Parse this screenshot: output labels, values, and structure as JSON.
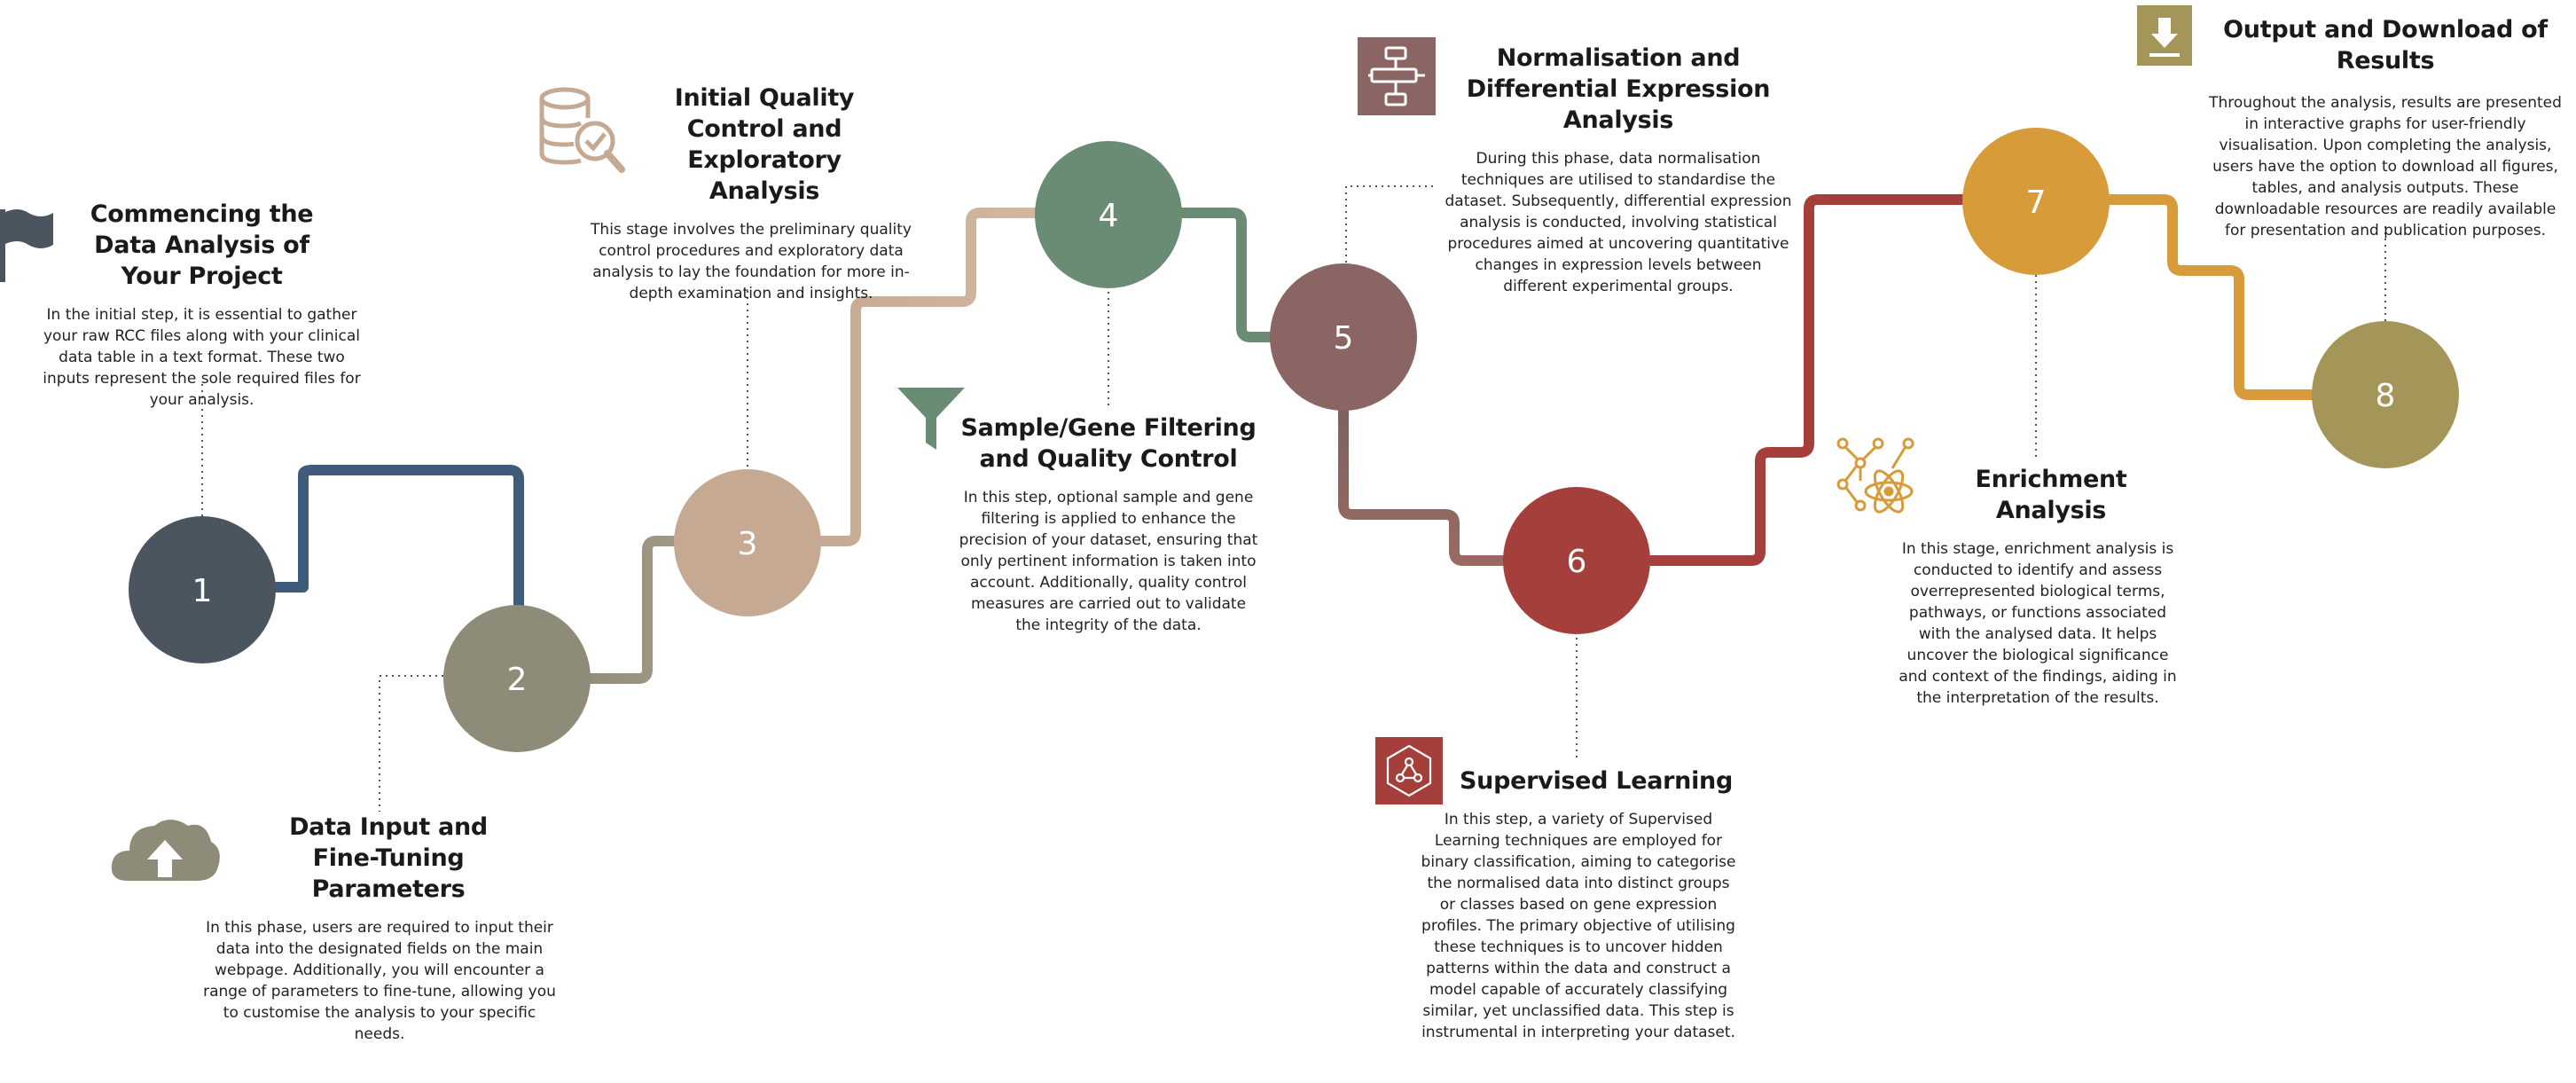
{
  "colors": {
    "step1": "#4a5560",
    "step2": "#8e8c79",
    "step3": "#c5a992",
    "step4": "#6b8c74",
    "step5": "#8b6563",
    "step6": "#a43f3b",
    "step7": "#d89b3a",
    "step8": "#a39658"
  },
  "steps": [
    {
      "number": "1",
      "title": "Commencing the Data Analysis of Your Project",
      "text": "In the initial step, it is essential to gather your raw RCC files along with your clinical data table in a text format. These two inputs represent the sole required files for your analysis.",
      "icon": "flag-icon"
    },
    {
      "number": "2",
      "title": "Data Input and Fine-Tuning Parameters",
      "text": "In this phase, users are required to input their data into the designated fields on the main webpage. Additionally, you will encounter a range of parameters to fine-tune, allowing you to customise the analysis to your specific needs.",
      "icon": "cloud-upload-icon"
    },
    {
      "number": "3",
      "title": "Initial Quality Control and Exploratory Analysis",
      "text": "This stage involves the preliminary quality control procedures and exploratory data analysis to lay the foundation for more in-depth examination and insights.",
      "icon": "database-check-icon"
    },
    {
      "number": "4",
      "title": "Sample/Gene Filtering and Quality Control",
      "text": "In this step, optional sample and gene filtering is applied to enhance the precision of your dataset, ensuring that only pertinent information is taken into account. Additionally, quality control measures are carried out to validate the integrity of the data.",
      "icon": "funnel-icon"
    },
    {
      "number": "5",
      "title": "Normalisation and Differential Expression Analysis",
      "text": "During this phase, data normalisation techniques are utilised to standardise the dataset. Subsequently, differential expression analysis is conducted, involving statistical procedures aimed at uncovering quantitative changes in expression levels between different experimental groups.",
      "icon": "flowchart-icon"
    },
    {
      "number": "6",
      "title": "Supervised Learning",
      "text": "In this step, a variety of Supervised Learning techniques are employed for binary classification, aiming to categorise the normalised data into distinct groups or classes based on gene expression profiles. The primary objective of utilising these techniques is to uncover hidden patterns within the data and construct a model capable of accurately classifying similar, yet unclassified data. This step is instrumental in interpreting your dataset.",
      "icon": "neural-network-icon"
    },
    {
      "number": "7",
      "title": "Enrichment Analysis",
      "text": "In this stage, enrichment analysis is conducted to identify and assess overrepresented biological terms, pathways, or functions associated with the analysed data. It helps uncover the biological significance and context of the findings, aiding in the interpretation of the results.",
      "icon": "molecule-atom-icon"
    },
    {
      "number": "8",
      "title": "Output and Download of Results",
      "text": "Throughout the analysis, results are presented in interactive graphs for user-friendly visualisation. Upon completing the analysis, users have the option to download all figures, tables, and analysis outputs. These downloadable resources are readily available for presentation and publication purposes.",
      "icon": "download-icon"
    }
  ]
}
